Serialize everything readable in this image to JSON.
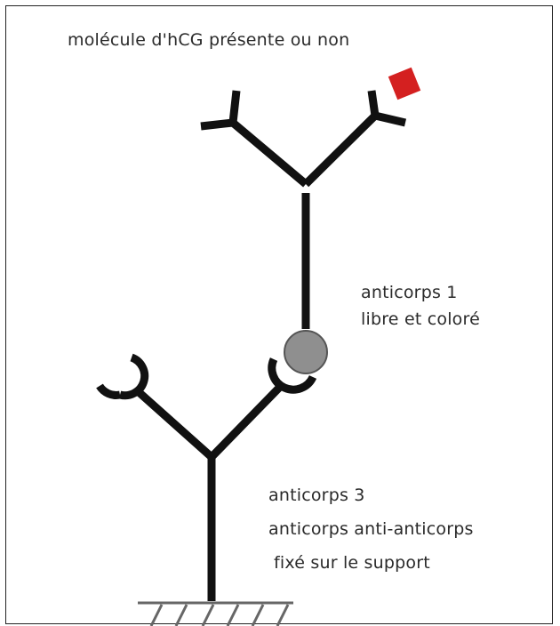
{
  "labels": {
    "molecule": "molécule d'hCG présente ou non",
    "antibody1_line1": "anticorps 1",
    "antibody1_line2": "libre et coloré",
    "antibody3_line1": "anticorps 3",
    "antibody3_line2": "anticorps anti-anticorps",
    "antibody3_line3": "fixé sur le support"
  },
  "colors": {
    "antibody_stroke": "#111111",
    "hcg_marker": "#d42020",
    "color_bead": "#8f8f8f",
    "support": "#666666"
  }
}
